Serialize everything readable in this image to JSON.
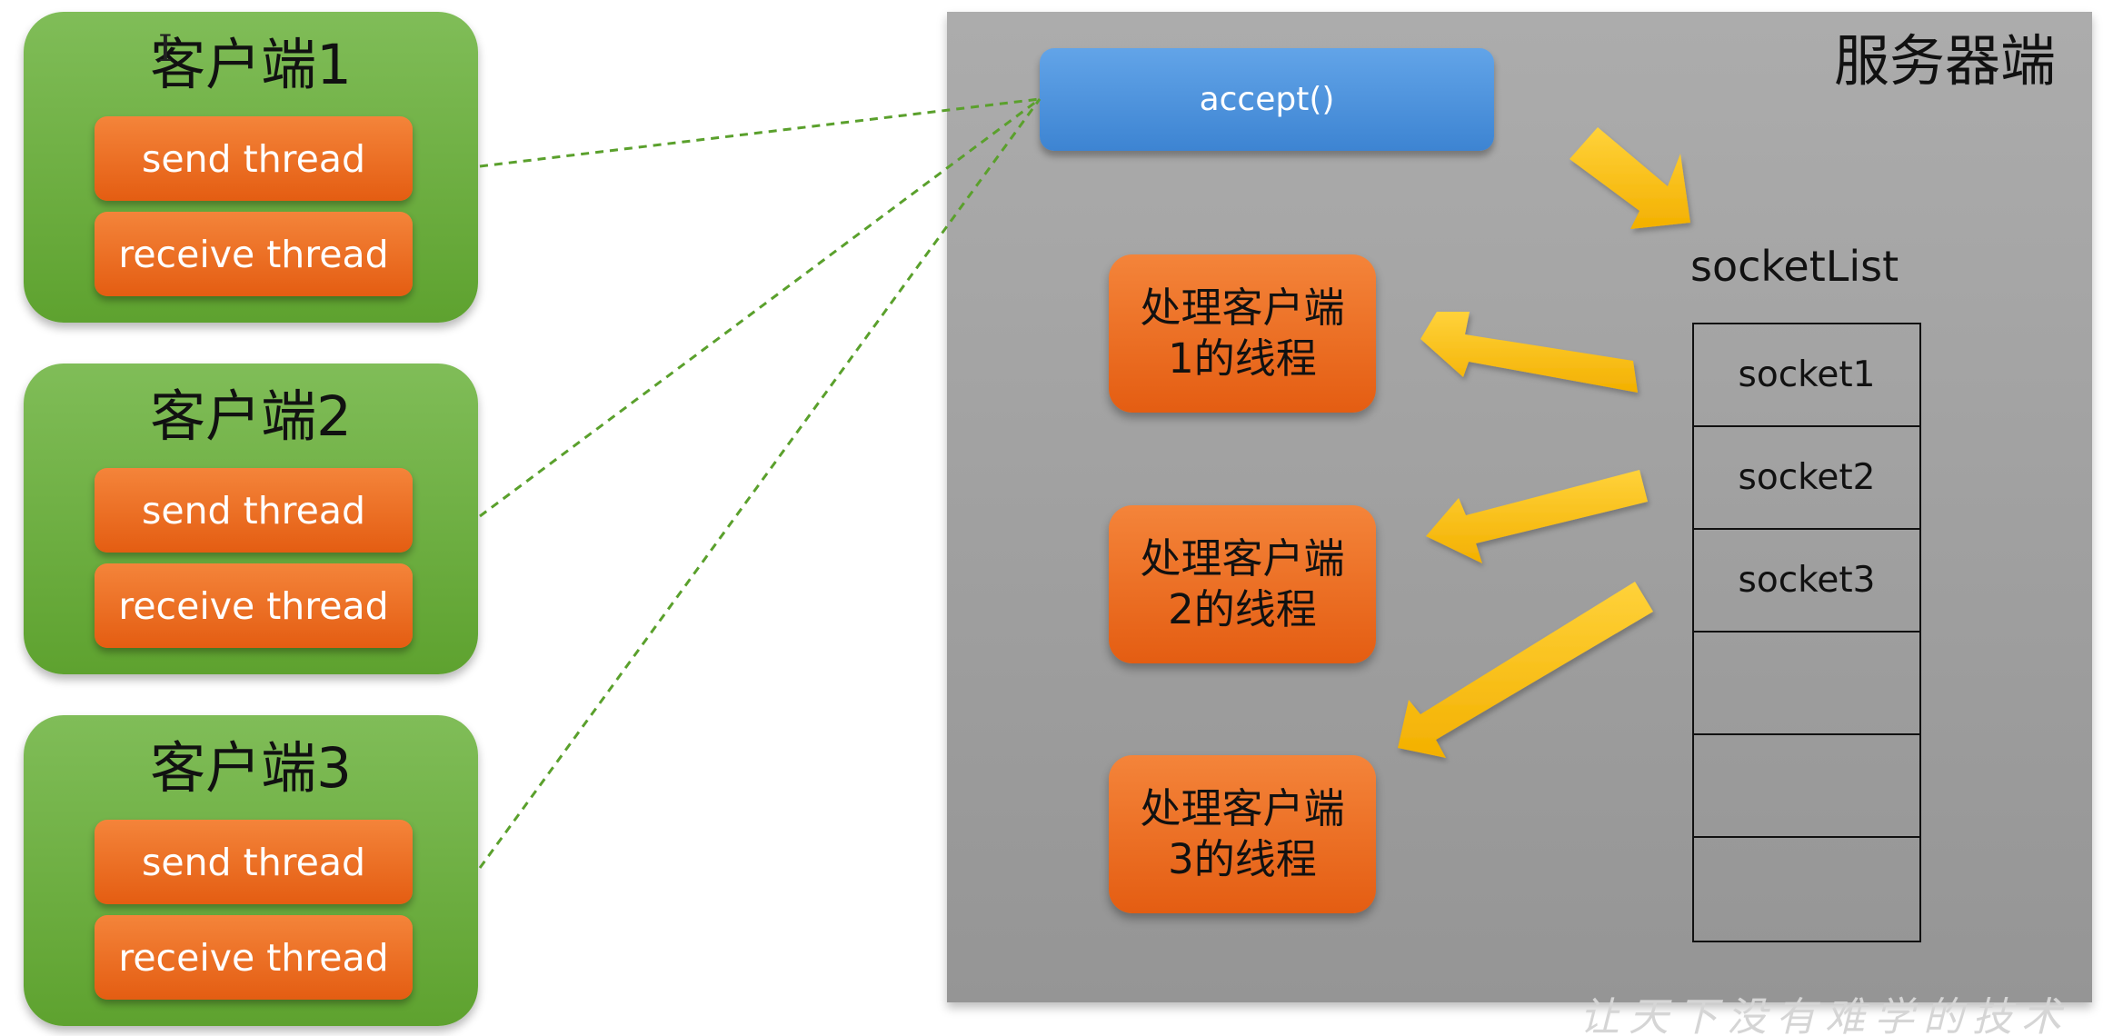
{
  "clients": [
    {
      "title": "客户端1",
      "send_label": "send thread",
      "receive_label": "receive thread"
    },
    {
      "title": "客户端2",
      "send_label": "send thread",
      "receive_label": "receive thread"
    },
    {
      "title": "客户端3",
      "send_label": "send thread",
      "receive_label": "receive thread"
    }
  ],
  "server": {
    "title": "服务器端",
    "accept_label": "accept()",
    "handlers": [
      {
        "line1": "处理客户端",
        "line2": "1的线程"
      },
      {
        "line1": "处理客户端",
        "line2": "2的线程"
      },
      {
        "line1": "处理客户端",
        "line2": "3的线程"
      }
    ],
    "socket_list_label": "socketList",
    "sockets": [
      "socket1",
      "socket2",
      "socket3",
      "",
      "",
      ""
    ]
  },
  "watermark": "让天下没有难学的技术",
  "colors": {
    "client_green": "#6aad3d",
    "thread_orange": "#ea6b22",
    "accept_blue": "#4a90dc",
    "server_gray": "#a0a0a0",
    "arrow_yellow": "#ffc000",
    "connector_green": "#5aa02c"
  }
}
